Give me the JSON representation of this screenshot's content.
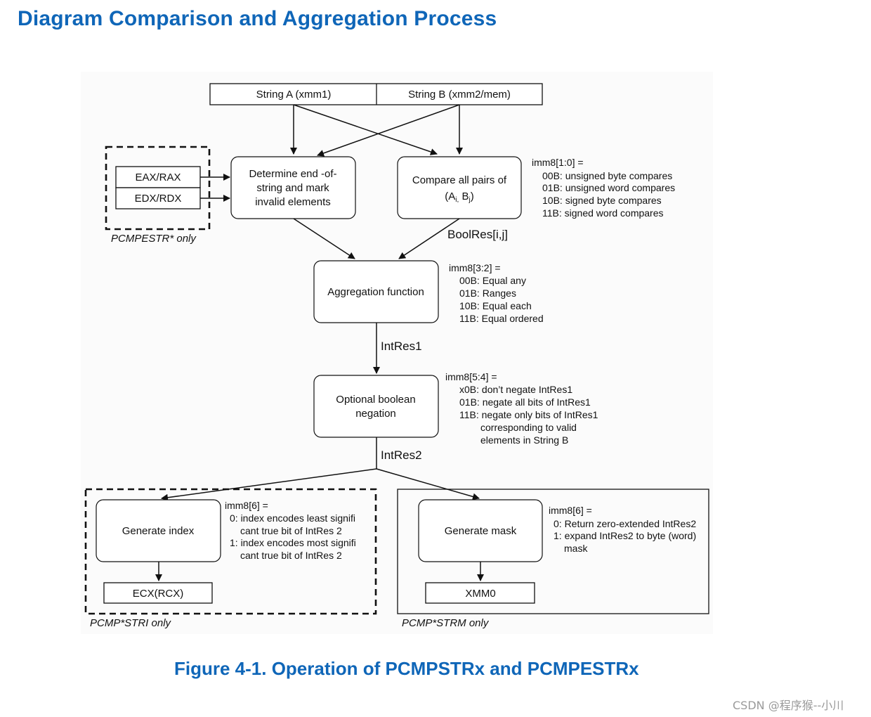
{
  "page": {
    "title": "Diagram Comparison and Aggregation Process",
    "caption": "Figure 4-1.  Operation of PCMPSTRx and PCMPESTRx",
    "watermark": "CSDN @程序猴--小川"
  },
  "diagram": {
    "string_a": "String A (xmm1)",
    "string_b": "String B (xmm2/mem)",
    "eax": "EAX/RAX",
    "edx": "EDX/RDX",
    "pcmpestr_only": "PCMPESTR* only",
    "determine_lines": [
      "Determine end -of-",
      "string and mark",
      "invalid elements"
    ],
    "compare_line1": "Compare all pairs of",
    "compare_ai": "(A",
    "compare_i": "i,",
    "compare_bj": "B",
    "compare_j": "j",
    "compare_close": ")",
    "imm_1_0": [
      "imm8[1:0] =",
      "00B: unsigned byte compares",
      "01B: unsigned word compares",
      "10B: signed byte compares",
      "11B: signed word compares"
    ],
    "boolres": "BoolRes[i,j]",
    "aggregation": "Aggregation function",
    "imm_3_2": [
      "imm8[3:2] =",
      "00B: Equal any",
      "01B: Ranges",
      "10B: Equal each",
      "11B: Equal ordered"
    ],
    "intres1": "IntRes1",
    "negation_lines": [
      "Optional boolean",
      "negation"
    ],
    "imm_5_4": [
      "imm8[5:4] =",
      "x0B: don’t negate IntRes1",
      "01B: negate all bits of IntRes1",
      "11B: negate only bits of IntRes1",
      "corresponding to valid",
      "elements in String B"
    ],
    "intres2": "IntRes2",
    "generate_index": "Generate index",
    "imm_6_index": [
      "imm8[6] =",
      "0: index encodes least signifi",
      "cant true bit of IntRes 2",
      "1: index encodes most signifi",
      "cant true bit of IntRes 2"
    ],
    "ecx": "ECX(RCX)",
    "pcmpstri_only": "PCMP*STRI only",
    "generate_mask": "Generate mask",
    "imm_6_mask": [
      "imm8[6] =",
      "0: Return zero-extended IntRes2",
      "1: expand IntRes2 to byte (word)",
      "mask"
    ],
    "xmm0": "XMM0",
    "pcmpstrm_only": "PCMP*STRM only"
  }
}
